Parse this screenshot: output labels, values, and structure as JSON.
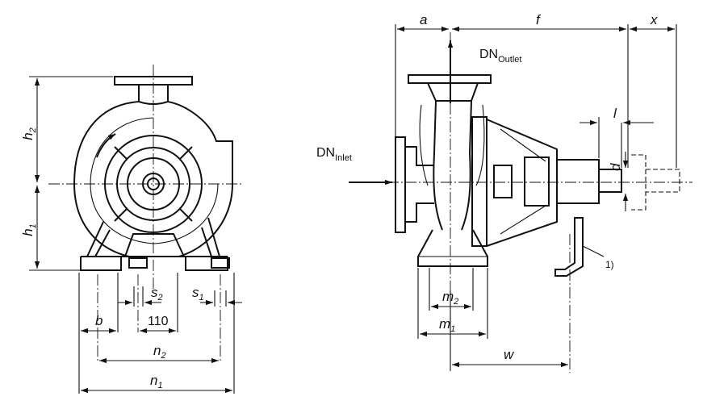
{
  "figure": {
    "front_view": {
      "h2": {
        "base": "h",
        "sub": "2"
      },
      "h1": {
        "base": "h",
        "sub": "1"
      },
      "b": "b",
      "s2": {
        "base": "s",
        "sub": "2"
      },
      "s1": {
        "base": "s",
        "sub": "1"
      },
      "dim_110": "110",
      "n2": {
        "base": "n",
        "sub": "2"
      },
      "n1": {
        "base": "n",
        "sub": "1"
      }
    },
    "side_view": {
      "a": "a",
      "f": "f",
      "x": "x",
      "l": "l",
      "d": "d",
      "dn_outlet": {
        "base": "DN",
        "sub": "Outlet"
      },
      "dn_inlet": {
        "base": "DN",
        "sub": "Inlet"
      },
      "m2": {
        "base": "m",
        "sub": "2"
      },
      "m1": {
        "base": "m",
        "sub": "1"
      },
      "w": "w",
      "note_ref": "1)"
    }
  }
}
